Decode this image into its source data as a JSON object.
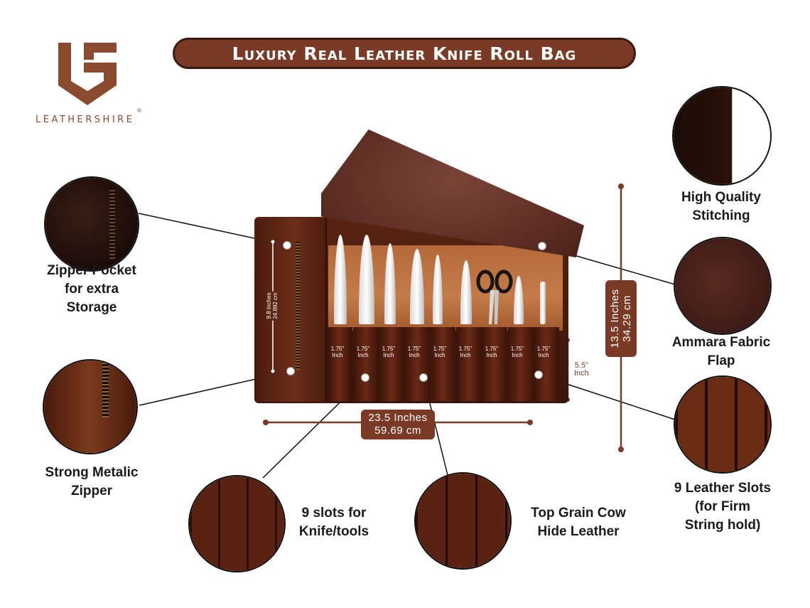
{
  "title": "Luxury Real Leather Knife Roll Bag",
  "brand": {
    "name": "LEATHERSHIRE",
    "registered": "®"
  },
  "features": {
    "zipper_pocket": [
      "Zipper Pocket",
      "for extra",
      "Storage"
    ],
    "metal_zipper": [
      "Strong Metalic",
      "Zipper"
    ],
    "slots": [
      "9 slots for",
      "Knife/tools"
    ],
    "cow_hide": [
      "Top Grain Cow",
      "Hide Leather"
    ],
    "stitching": [
      "High Quality",
      "Stitching"
    ],
    "fabric_flap": [
      "Ammara Fabric",
      "Flap"
    ],
    "leather_slots": [
      "9 Leather Slots",
      "(for Firm",
      "String hold)"
    ]
  },
  "dimensions": {
    "width": [
      "23.5 Inches",
      "59.69 cm"
    ],
    "height": [
      "13.5 Inches",
      "34.29 cm"
    ],
    "pocket": [
      "9.8 Inches",
      "24.892 cm"
    ],
    "slot_height": [
      "5.5\"",
      "Inch"
    ],
    "slot_widths": [
      [
        "1.75\"",
        "Inch"
      ],
      [
        "1.75\"",
        "Inch"
      ],
      [
        "1.75\"",
        "Inch"
      ],
      [
        "1.75\"",
        "Inch"
      ],
      [
        "1.75\"",
        "Inch"
      ],
      [
        "1.75\"",
        "Inch"
      ],
      [
        "1.75\"",
        "Inch"
      ],
      [
        "1.75\"",
        "Inch"
      ],
      [
        "1.75\"",
        "Inch"
      ]
    ]
  },
  "colors": {
    "accent": "#7a3a25",
    "leather_dark": "#3b150b",
    "leather_tan": "#c47a48"
  }
}
